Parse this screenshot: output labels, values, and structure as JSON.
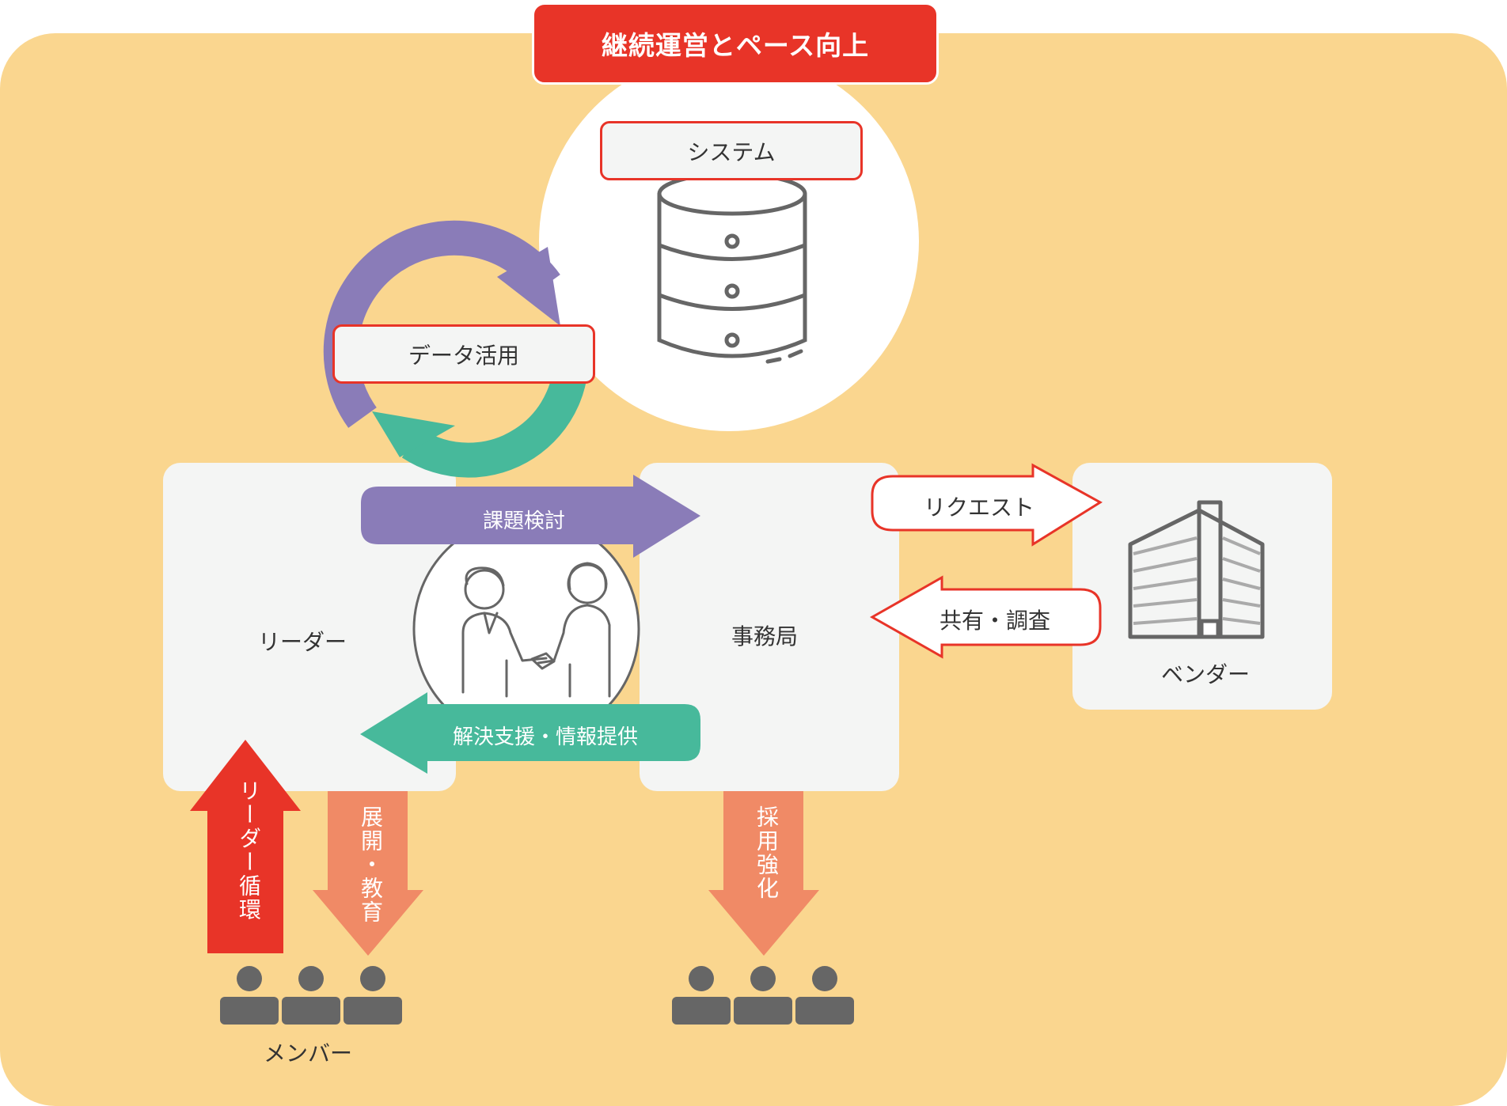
{
  "title": "継続運営とペース向上",
  "labels": {
    "system": "システム",
    "data_use": "データ活用",
    "leader": "リーダー",
    "office": "事務局",
    "vendor": "ベンダー",
    "members": "メンバー"
  },
  "arrows": {
    "issue_review": "課題検討",
    "support_info": "解決支援・情報提供",
    "request": "リクエスト",
    "share_research": "共有・調査",
    "leader_cycle": "リーダー循環",
    "deploy_education": "展開・教育",
    "recruit_strength": "採用強化"
  },
  "colors": {
    "red": "#e83428",
    "background": "#fad68f",
    "purple": "#8a7cb8",
    "teal": "#47b99b",
    "salmon": "#f08a66",
    "gray": "#666666",
    "panel": "#f4f5f4"
  }
}
